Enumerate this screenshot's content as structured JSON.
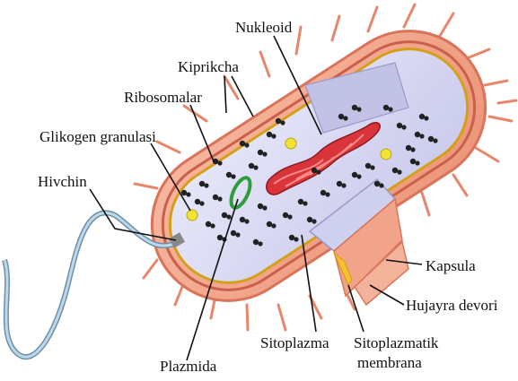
{
  "labels": {
    "nukleoid": "Nukleoid",
    "kiprikcha": "Kiprikcha",
    "ribosomalar": "Ribosomalar",
    "glikogen": "Glikogen granulasi",
    "hivchin": "Hivchin",
    "kapsula": "Kapsula",
    "hujayra_devori": "Hujayra devori",
    "sitoplazma": "Sitoplazma",
    "sitoplazmatik_1": "Sitoplazmatik",
    "sitoplazmatik_2": "membrana",
    "plazmida": "Plazmida"
  },
  "colors": {
    "capsule": "#f2a48a",
    "capsule_edge": "#d9735a",
    "cell_wall": "#e88a6e",
    "membrane": "#d4a017",
    "cytoplasm": "#dcdcf4",
    "cytoplasm_dark": "#b8b8e0",
    "nucleoid": "#d8343a",
    "plasmid": "#2e9e3c",
    "ribosome": "#222222",
    "glycogen": "#f2e233",
    "flagellum": "#9fc2da",
    "pili": "#e7866a"
  }
}
